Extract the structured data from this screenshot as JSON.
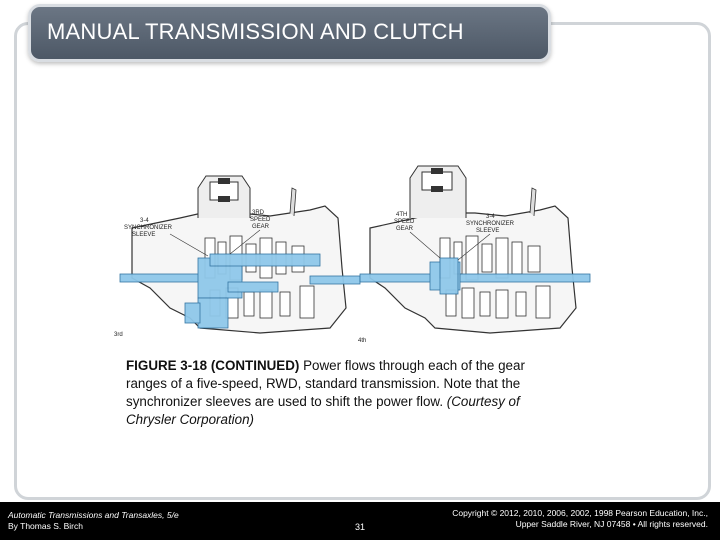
{
  "slide": {
    "title": "MANUAL TRANSMISSION AND CLUTCH"
  },
  "figure": {
    "left_labels": {
      "sleeve": [
        "3-4",
        "SYNCHRONIZER",
        "SLEEVE"
      ],
      "gear": [
        "3RD",
        "SPEED",
        "GEAR"
      ],
      "range": "3rd"
    },
    "right_labels": {
      "gear": [
        "4TH",
        "SPEED",
        "GEAR"
      ],
      "sleeve": [
        "3-4",
        "SYNCHRONIZER",
        "SLEEVE"
      ],
      "range": "4th"
    }
  },
  "caption": {
    "lead": "FIGURE 3-18 (CONTINUED)",
    "body": " Power flows through each of the gear ranges of a five-speed, RWD, standard transmission. Note that the synchronizer sleeves are used to shift the power flow. ",
    "credit": "(Courtesy of Chrysler Corporation)"
  },
  "footer": {
    "book_title": "Automatic Transmissions and Transaxles, 5/e",
    "author": "By Thomas S. Birch",
    "page_number": "31",
    "copyright_line1": "Copyright © 2012, 2010, 2006, 2002, 1998 Pearson Education, Inc.,",
    "copyright_line2": "Upper Saddle River, NJ 07458 • All rights reserved."
  }
}
